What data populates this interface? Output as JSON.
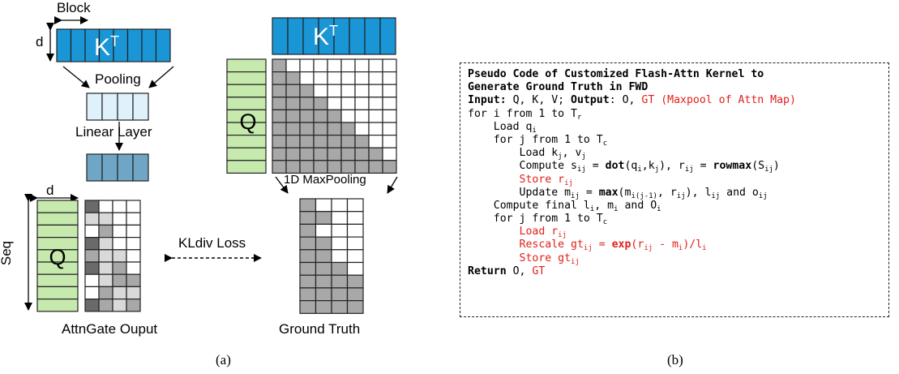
{
  "panel_a": {
    "block_label": "Block",
    "d_label_top": "d",
    "kt_label": "K",
    "kt_sup": "T",
    "pooling_label": "Pooling",
    "linear_label": "Linear Layer",
    "d_label_bottom": "d",
    "seq_label": "Seq",
    "q_label": "Q",
    "attngate_label": "AttnGate Ouput",
    "kldiv_label": "KLdiv Loss",
    "kt_right_label": "K",
    "kt_right_sup": "T",
    "q_right_label": "Q",
    "maxpool_label": "1D MaxPooling",
    "ground_truth_label": "Ground Truth",
    "colors": {
      "kt_blue": "#1a96d6",
      "q_green": "#c6e9ad",
      "light_blue": "#dff1fb",
      "mid_blue": "#6fa6c6",
      "dark_gray": "#6a6a6a",
      "gray": "#a8a8a8",
      "light_gray": "#d9d9d9"
    }
  },
  "panel_b": {
    "lines": [
      [
        {
          "t": "Pseudo Code of Customized Flash-Attn Kernel to",
          "b": true
        }
      ],
      [
        {
          "t": "Generate Ground Truth in FWD",
          "b": true
        }
      ],
      [
        {
          "t": "Input:",
          "b": true
        },
        {
          "t": " Q, K, V; "
        },
        {
          "t": "Output",
          "b": true
        },
        {
          "t": ": O, "
        },
        {
          "t": "GT (Maxpool of Attn Map)",
          "r": true
        }
      ],
      [
        {
          "t": "for i from 1 to T"
        },
        {
          "t": "r",
          "s": true
        }
      ],
      [
        {
          "t": "    Load q"
        },
        {
          "t": "i",
          "s": true
        }
      ],
      [
        {
          "t": "    for j from 1 to T"
        },
        {
          "t": "c",
          "s": true
        }
      ],
      [
        {
          "t": "        Load k"
        },
        {
          "t": "j",
          "s": true
        },
        {
          "t": ", v"
        },
        {
          "t": "j",
          "s": true
        }
      ],
      [
        {
          "t": "        Compute s"
        },
        {
          "t": "ij",
          "s": true
        },
        {
          "t": " = "
        },
        {
          "t": "dot",
          "b": true
        },
        {
          "t": "(q"
        },
        {
          "t": "i",
          "s": true
        },
        {
          "t": ",k"
        },
        {
          "t": "j",
          "s": true
        },
        {
          "t": "), r"
        },
        {
          "t": "ij",
          "s": true
        },
        {
          "t": " = "
        },
        {
          "t": "rowmax",
          "b": true
        },
        {
          "t": "(S"
        },
        {
          "t": "ij",
          "s": true
        },
        {
          "t": ")"
        }
      ],
      [
        {
          "t": "        Store r",
          "r": true
        },
        {
          "t": "ij",
          "s": true,
          "r": true
        }
      ],
      [
        {
          "t": "        Update m"
        },
        {
          "t": "ij",
          "s": true
        },
        {
          "t": " = "
        },
        {
          "t": "max",
          "b": true
        },
        {
          "t": "(m"
        },
        {
          "t": "i(j-1)",
          "s": true
        },
        {
          "t": ", r"
        },
        {
          "t": "ij",
          "s": true
        },
        {
          "t": "), l"
        },
        {
          "t": "ij",
          "s": true
        },
        {
          "t": " and o"
        },
        {
          "t": "ij",
          "s": true
        }
      ],
      [
        {
          "t": "    Compute final l"
        },
        {
          "t": "i",
          "s": true
        },
        {
          "t": ", m"
        },
        {
          "t": "i",
          "s": true
        },
        {
          "t": " and O"
        },
        {
          "t": "i",
          "s": true
        }
      ],
      [
        {
          "t": "    for j from 1 to T"
        },
        {
          "t": "c",
          "s": true
        }
      ],
      [
        {
          "t": "        Load r",
          "r": true
        },
        {
          "t": "ij",
          "s": true,
          "r": true
        }
      ],
      [
        {
          "t": "        Rescale gt",
          "r": true
        },
        {
          "t": "ij",
          "s": true,
          "r": true
        },
        {
          "t": " = ",
          "r": true
        },
        {
          "t": "exp",
          "b": true,
          "r": true
        },
        {
          "t": "(r",
          "r": true
        },
        {
          "t": "ij",
          "s": true,
          "r": true
        },
        {
          "t": " - m",
          "r": true
        },
        {
          "t": "i",
          "s": true,
          "r": true
        },
        {
          "t": ")/l",
          "r": true
        },
        {
          "t": "i",
          "s": true,
          "r": true
        }
      ],
      [
        {
          "t": "        Store gt",
          "r": true
        },
        {
          "t": "ij",
          "s": true,
          "r": true
        }
      ],
      [
        {
          "t": "Return",
          "b": true
        },
        {
          "t": " O, "
        },
        {
          "t": "GT",
          "r": true
        }
      ]
    ]
  },
  "captions": {
    "a": "(a)",
    "b": "(b)"
  }
}
